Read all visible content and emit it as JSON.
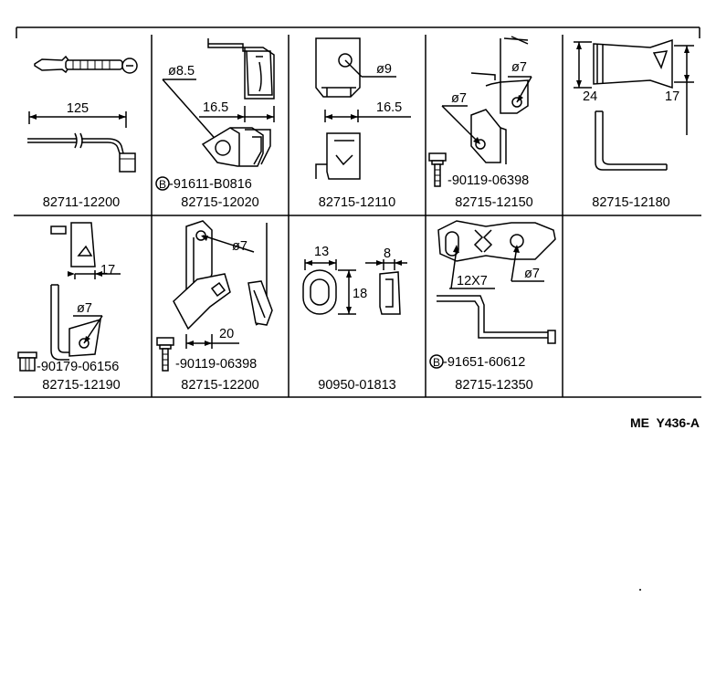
{
  "diagram_code": "ME  Y436-A",
  "cells": [
    {
      "part": "82711-12200",
      "dims": [
        "125"
      ]
    },
    {
      "part": "82715-12020",
      "dims": [
        "ø8.5",
        "16.5"
      ],
      "fastener": {
        "marker": "B",
        "number": "-91611-B0816"
      }
    },
    {
      "part": "82715-12110",
      "dims": [
        "ø9",
        "16.5"
      ]
    },
    {
      "part": "82715-12150",
      "dims": [
        "ø7",
        "ø7"
      ],
      "fastener": {
        "number": "-90119-06398"
      }
    },
    {
      "part": "82715-12180",
      "dims": [
        "24",
        "17"
      ]
    },
    {
      "part": "82715-12190",
      "dims": [
        "17",
        "ø7"
      ],
      "fastener": {
        "number": "-90179-06156"
      }
    },
    {
      "part": "82715-12200",
      "dims": [
        "ø7",
        "20"
      ],
      "fastener": {
        "number": "-90119-06398"
      }
    },
    {
      "part": "90950-01813",
      "dims": [
        "13",
        "8",
        "18"
      ]
    },
    {
      "part": "82715-12350",
      "dims": [
        "12X7",
        "ø7"
      ],
      "fastener": {
        "marker": "B",
        "number": "-91651-60612"
      }
    }
  ]
}
